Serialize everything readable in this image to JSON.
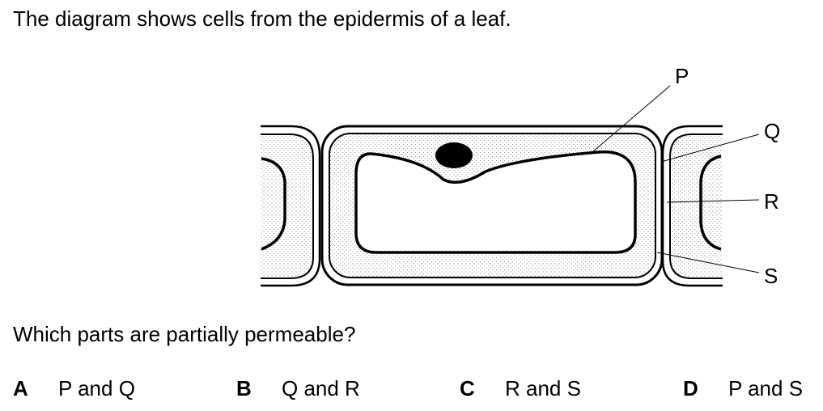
{
  "stem": "The diagram shows cells from the epidermis of a leaf.",
  "diagram": {
    "labels": {
      "p": "P",
      "q": "Q",
      "r": "R",
      "s": "S"
    }
  },
  "question": "Which parts are partially permeable?",
  "options": [
    {
      "letter": "A",
      "text": "P and Q"
    },
    {
      "letter": "B",
      "text": "Q and R"
    },
    {
      "letter": "C",
      "text": "R and S"
    },
    {
      "letter": "D",
      "text": "P and S"
    }
  ]
}
